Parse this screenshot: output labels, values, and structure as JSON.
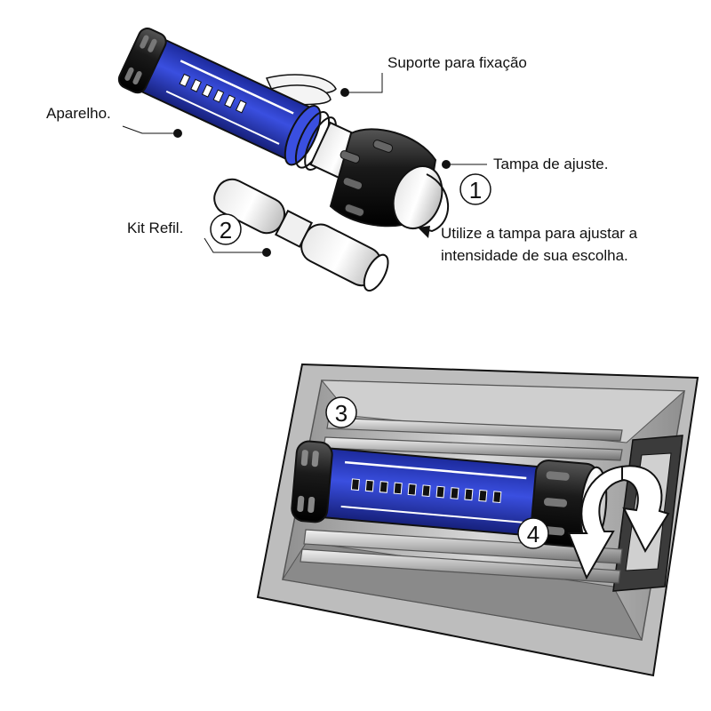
{
  "labels": {
    "suporte": "Suporte para fixação",
    "aparelho": "Aparelho.",
    "tampa": "Tampa de ajuste.",
    "kit_refil": "Kit Refil.",
    "instr_line1": "Utilize a tampa para ajustar a",
    "instr_line2": "intensidade de sua escolha."
  },
  "steps": [
    "1",
    "2",
    "3",
    "4"
  ],
  "colors": {
    "device_blue": "#2e3fc4",
    "black_cap": "#1a1a1a",
    "vent_gray": "#a8a8a8",
    "outline": "#111111"
  },
  "icons": [
    "rotate-arrow-icon",
    "rotate-arrow-icon"
  ]
}
